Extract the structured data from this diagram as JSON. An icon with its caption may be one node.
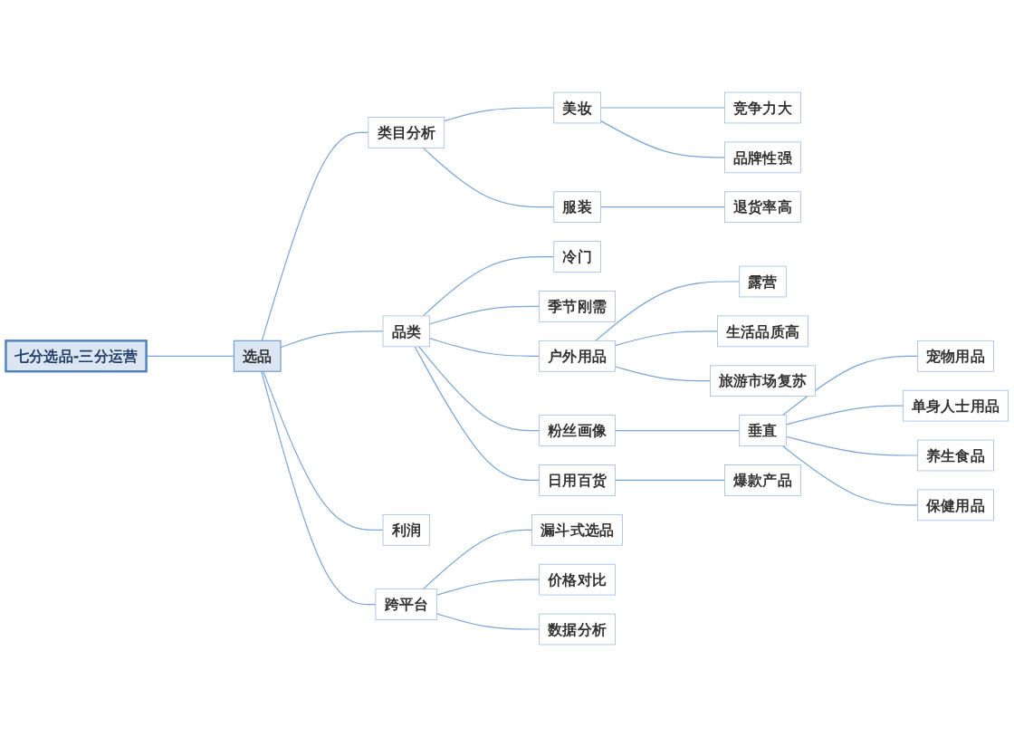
{
  "diagram": {
    "nodes": [
      {
        "text": [
          "七分选品-三分运营"
        ]
      },
      {
        "text": [
          "选品"
        ]
      },
      {
        "text": [
          "类目分析"
        ]
      },
      {
        "text": [
          "美妆"
        ]
      },
      {
        "text": [
          "竞争力大"
        ]
      },
      {
        "text": [
          "品牌性强"
        ]
      },
      {
        "text": [
          "服装"
        ]
      },
      {
        "text": [
          "退货率高"
        ]
      },
      {
        "text": [
          "品类"
        ]
      },
      {
        "text": [
          "冷门"
        ]
      },
      {
        "text": [
          "季节刚需"
        ]
      },
      {
        "text": [
          "户外用品"
        ]
      },
      {
        "text": [
          "露营"
        ]
      },
      {
        "text": [
          "生活品质高"
        ]
      },
      {
        "text": [
          "旅游市场复苏"
        ]
      },
      {
        "text": [
          "粉丝画像"
        ]
      },
      {
        "text": [
          "垂直"
        ]
      },
      {
        "text": [
          "宠物用品"
        ]
      },
      {
        "text": [
          "单身人士用品"
        ]
      },
      {
        "text": [
          "养生食品"
        ]
      },
      {
        "text": [
          "保健用品"
        ]
      },
      {
        "text": [
          "日用百货"
        ]
      },
      {
        "text": [
          "爆款产品"
        ]
      },
      {
        "text": [
          "利润"
        ]
      },
      {
        "text": [
          "跨平台"
        ]
      },
      {
        "text": [
          "漏斗式选品"
        ]
      },
      {
        "text": [
          "价格对比"
        ]
      },
      {
        "text": [
          "数据分析"
        ]
      }
    ],
    "edges": [
      {
        "from": 0,
        "to": 1,
        "arrow": "none"
      },
      {
        "from": 1,
        "to": 2,
        "arrow": "none"
      },
      {
        "from": 2,
        "to": 3,
        "arrow": "none"
      },
      {
        "from": 3,
        "to": 4,
        "arrow": "none"
      },
      {
        "from": 3,
        "to": 5,
        "arrow": "none"
      },
      {
        "from": 2,
        "to": 6,
        "arrow": "none"
      },
      {
        "from": 6,
        "to": 7,
        "arrow": "none"
      },
      {
        "from": 1,
        "to": 8,
        "arrow": "none"
      },
      {
        "from": 8,
        "to": 9,
        "arrow": "none"
      },
      {
        "from": 8,
        "to": 10,
        "arrow": "none"
      },
      {
        "from": 8,
        "to": 11,
        "arrow": "none"
      },
      {
        "from": 11,
        "to": 12,
        "arrow": "none"
      },
      {
        "from": 11,
        "to": 13,
        "arrow": "none"
      },
      {
        "from": 11,
        "to": 14,
        "arrow": "none"
      },
      {
        "from": 8,
        "to": 15,
        "arrow": "none"
      },
      {
        "from": 15,
        "to": 16,
        "arrow": "none"
      },
      {
        "from": 16,
        "to": 17,
        "arrow": "none"
      },
      {
        "from": 16,
        "to": 18,
        "arrow": "none"
      },
      {
        "from": 16,
        "to": 19,
        "arrow": "none"
      },
      {
        "from": 16,
        "to": 20,
        "arrow": "none"
      },
      {
        "from": 8,
        "to": 21,
        "arrow": "none"
      },
      {
        "from": 21,
        "to": 22,
        "arrow": "none"
      },
      {
        "from": 1,
        "to": 23,
        "arrow": "none"
      },
      {
        "from": 1,
        "to": 24,
        "arrow": "none"
      },
      {
        "from": 24,
        "to": 25,
        "arrow": "none"
      },
      {
        "from": 24,
        "to": 26,
        "arrow": "none"
      },
      {
        "from": 24,
        "to": 27,
        "arrow": "none"
      }
    ]
  }
}
